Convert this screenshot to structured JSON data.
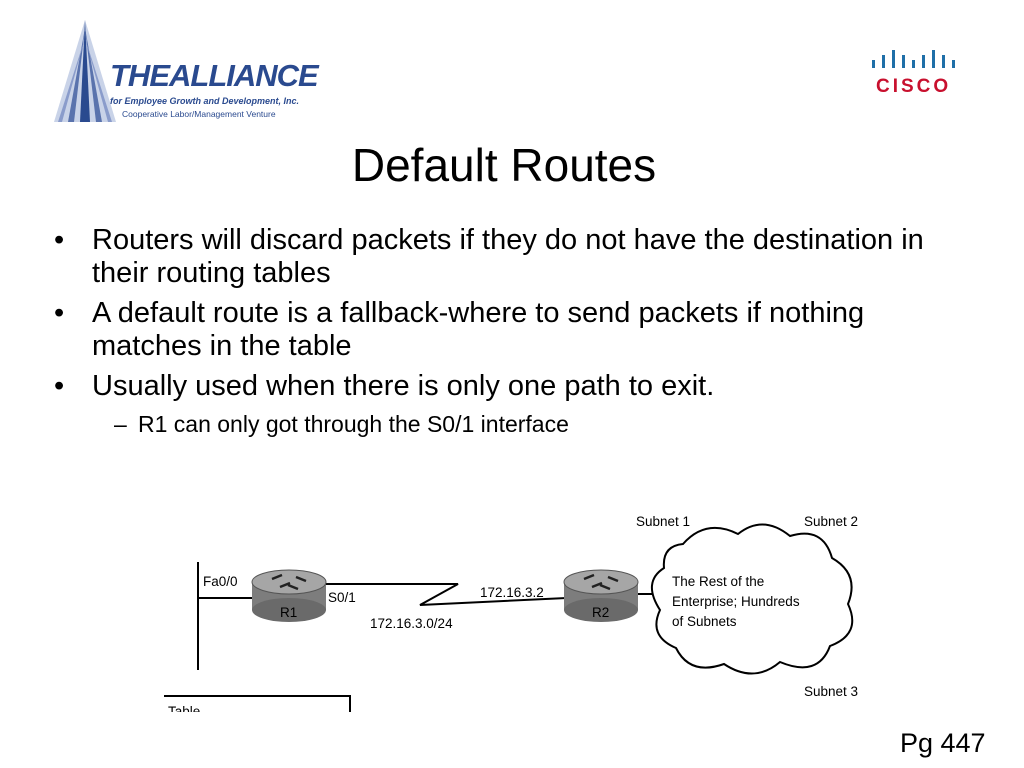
{
  "logo_left": {
    "brand": "THEALLIANCE",
    "tagline": "for Employee Growth and Development, Inc.",
    "subtag": "Cooperative Labor/Management Venture"
  },
  "logo_right": {
    "word": "CISCO"
  },
  "slide": {
    "title": "Default Routes",
    "bullets": [
      {
        "text": "Routers will discard packets if they do not have the destination in their routing tables"
      },
      {
        "text": "A default route is a fallback-where to send packets if nothing matches in the table"
      },
      {
        "text": "Usually used when there is only one path to exit.",
        "sub": "R1 can only got through the S0/1 interface"
      }
    ],
    "bullet_symbol": "•",
    "sub_symbol": "–"
  },
  "diagram": {
    "router_r1": "R1",
    "router_r2": "R2",
    "iface_fa": "Fa0/0",
    "iface_s0": "S0/1",
    "network": "172.16.3.0/24",
    "r2_ip": "172.16.3.2",
    "subnet1": "Subnet 1",
    "subnet2": "Subnet 2",
    "subnet3": "Subnet 3",
    "cloud_line1": "The Rest of the",
    "cloud_line2": "Enterprise; Hundreds",
    "cloud_line3": "of Subnets",
    "table_text": "Table"
  },
  "page_number": "Pg 447",
  "colors": {
    "logo_blue": "#2a4a8f",
    "cisco_red": "#c8102e",
    "router_gray": "#7d7d7d"
  }
}
